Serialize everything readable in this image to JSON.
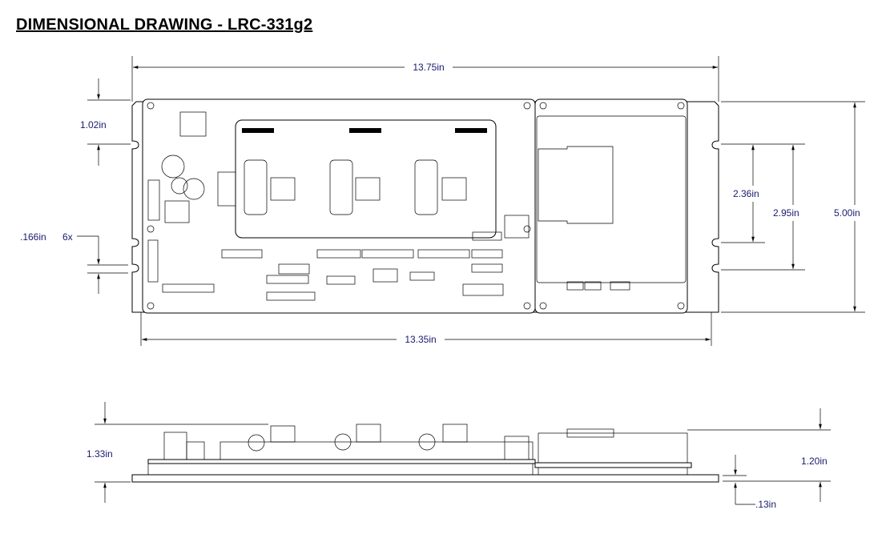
{
  "title": "DIMENSIONAL DRAWING - LRC-331g2",
  "top_view": {
    "overall_width": "13.75in",
    "board_width": "13.35in",
    "top_to_slot": "1.02in",
    "slot_size": ".166in",
    "slot_count": "6x",
    "slot_spacing_a": "2.36in",
    "slot_spacing_b": "2.95in",
    "overall_height": "5.00in"
  },
  "side_view": {
    "overall_height": "1.33in",
    "component_height": "1.20in",
    "plate_thickness": ".13in"
  }
}
